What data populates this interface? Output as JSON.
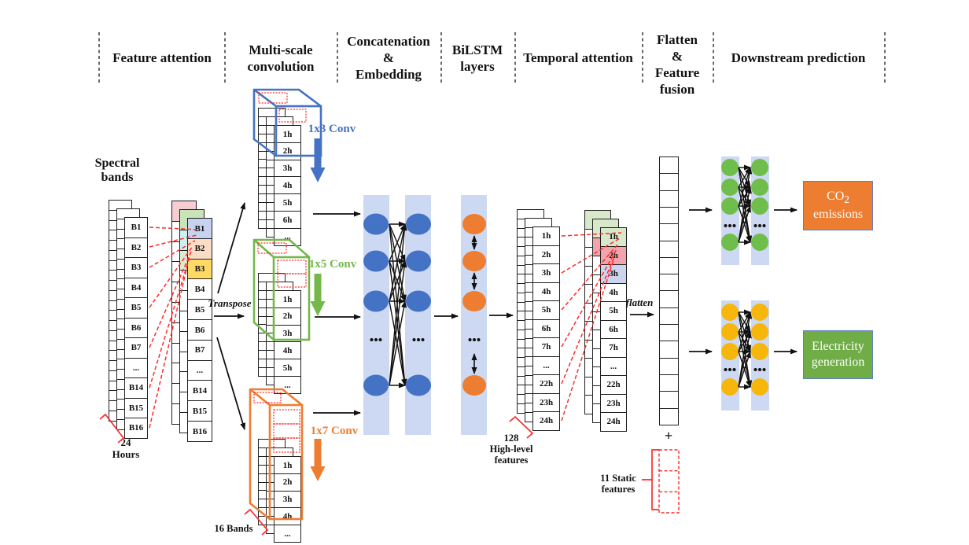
{
  "header": {
    "sections": [
      "Feature attention",
      "Multi-scale\nconvolution",
      "Concatenation\n&\nEmbedding",
      "BiLSTM\nlayers",
      "Temporal attention",
      "Flatten\n&\nFeature\nfusion",
      "Downstream prediction"
    ]
  },
  "input": {
    "title": "Spectral\nbands",
    "bands": [
      "B1",
      "B2",
      "B3",
      "B4",
      "B5",
      "B6",
      "B7",
      "...",
      "B14",
      "B15",
      "B16"
    ],
    "depth_label": "24\nHours"
  },
  "conv": {
    "hours_1x3": [
      "1h",
      "2h",
      "3h",
      "4h",
      "5h",
      "6h",
      "..."
    ],
    "hours_1x5": [
      "1h",
      "2h",
      "3h",
      "4h",
      "5h",
      "..."
    ],
    "hours_1x7": [
      "1h",
      "2h",
      "3h",
      "4h",
      "..."
    ],
    "label_1x3": "1x3 Conv",
    "label_1x5": "1x5 Conv",
    "label_1x7": "1x7 Conv",
    "bands_label": "16 Bands",
    "transpose_label": "Transpose"
  },
  "temporal": {
    "hours": [
      "1h",
      "2h",
      "3h",
      "4h",
      "5h",
      "6h",
      "7h",
      "...",
      "22h",
      "23h",
      "24h"
    ],
    "features_label": "128\nHigh-level\nfeatures",
    "flatten_label": "flatten"
  },
  "fusion": {
    "plus": "+",
    "static_label": "11 Static\nfeatures"
  },
  "outputs": {
    "co2_main": "CO",
    "co2_sub": "2",
    "co2_line2": "emissions",
    "electricity": "Electricity\ngeneration"
  },
  "colors": {
    "accent_blue": "#4472C4",
    "accent_green": "#74B84A",
    "accent_orange": "#ED7D31",
    "node_green": "#6FBE4B",
    "node_yellow": "#F6B60B",
    "band_bg": "#CDD9F2",
    "attention_red": "#FF2A2A",
    "cell_lavender": "#C7D3EE",
    "cell_peach": "#FBDCC5",
    "cell_yellow": "#FFD966",
    "cell_pink": "#F7CCD3",
    "cell_green": "#C9E4B8",
    "cell_cyan": "#CDF0EE",
    "cell_lightgreen": "#D9ECD0",
    "cell_green2": "#D8E8CA",
    "cell_rose": "#F2A3AB",
    "cell_lavender2": "#CCD4EE",
    "co2_bg": "#ED7D31",
    "electricity_bg": "#70AD47",
    "box_border": "#5F7FC7"
  }
}
